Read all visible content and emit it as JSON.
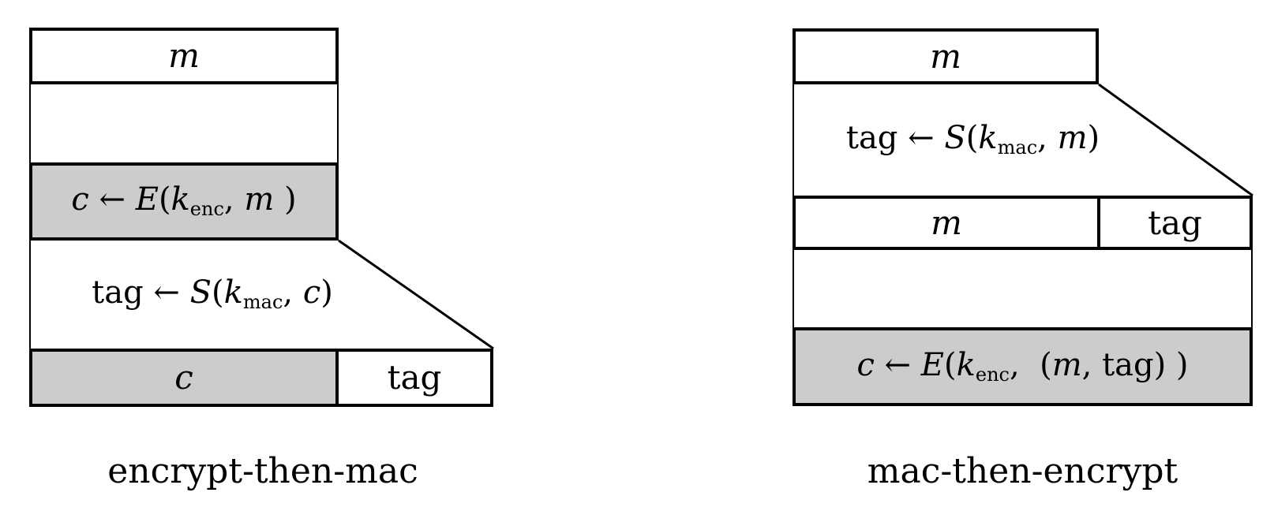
{
  "colors": {
    "background": "#ffffff",
    "line": "#000000",
    "shaded": "#cccccc"
  },
  "encrypt_then_mac": {
    "caption": "encrypt-then-mac",
    "message_label": [
      {
        "t": "m",
        "s": "it"
      }
    ],
    "encrypt_step": [
      {
        "t": "c",
        "s": "it"
      },
      {
        "t": " ← ",
        "s": "rm"
      },
      {
        "t": "E",
        "s": "it"
      },
      {
        "t": "(",
        "s": "rm"
      },
      {
        "t": "k",
        "s": "it"
      },
      {
        "t": "enc",
        "s": "sub"
      },
      {
        "t": ", ",
        "s": "rm"
      },
      {
        "t": "m",
        "s": "it"
      },
      {
        "t": " )",
        "s": "rm"
      }
    ],
    "sign_step": [
      {
        "t": "tag ← ",
        "s": "rm"
      },
      {
        "t": "S",
        "s": "it"
      },
      {
        "t": "(",
        "s": "rm"
      },
      {
        "t": "k",
        "s": "it"
      },
      {
        "t": "mac",
        "s": "sub"
      },
      {
        "t": ", ",
        "s": "rm"
      },
      {
        "t": "c",
        "s": "it"
      },
      {
        "t": ")",
        "s": "rm"
      }
    ],
    "ciphertext_label": [
      {
        "t": "c",
        "s": "it"
      }
    ],
    "tag_label": [
      {
        "t": "tag",
        "s": "rm"
      }
    ]
  },
  "mac_then_encrypt": {
    "caption": "mac-then-encrypt",
    "message_label": [
      {
        "t": "m",
        "s": "it"
      }
    ],
    "sign_step": [
      {
        "t": "tag ← ",
        "s": "rm"
      },
      {
        "t": "S",
        "s": "it"
      },
      {
        "t": "(",
        "s": "rm"
      },
      {
        "t": "k",
        "s": "it"
      },
      {
        "t": "mac",
        "s": "sub"
      },
      {
        "t": ", ",
        "s": "rm"
      },
      {
        "t": "m",
        "s": "it"
      },
      {
        "t": ")",
        "s": "rm"
      }
    ],
    "row_message_label": [
      {
        "t": "m",
        "s": "it"
      }
    ],
    "row_tag_label": [
      {
        "t": "tag",
        "s": "rm"
      }
    ],
    "encrypt_step": [
      {
        "t": "c",
        "s": "it"
      },
      {
        "t": " ← ",
        "s": "rm"
      },
      {
        "t": "E",
        "s": "it"
      },
      {
        "t": "(",
        "s": "rm"
      },
      {
        "t": "k",
        "s": "it"
      },
      {
        "t": "enc",
        "s": "sub"
      },
      {
        "t": ",  (",
        "s": "rm"
      },
      {
        "t": "m",
        "s": "it"
      },
      {
        "t": ", tag) )",
        "s": "rm"
      }
    ]
  }
}
